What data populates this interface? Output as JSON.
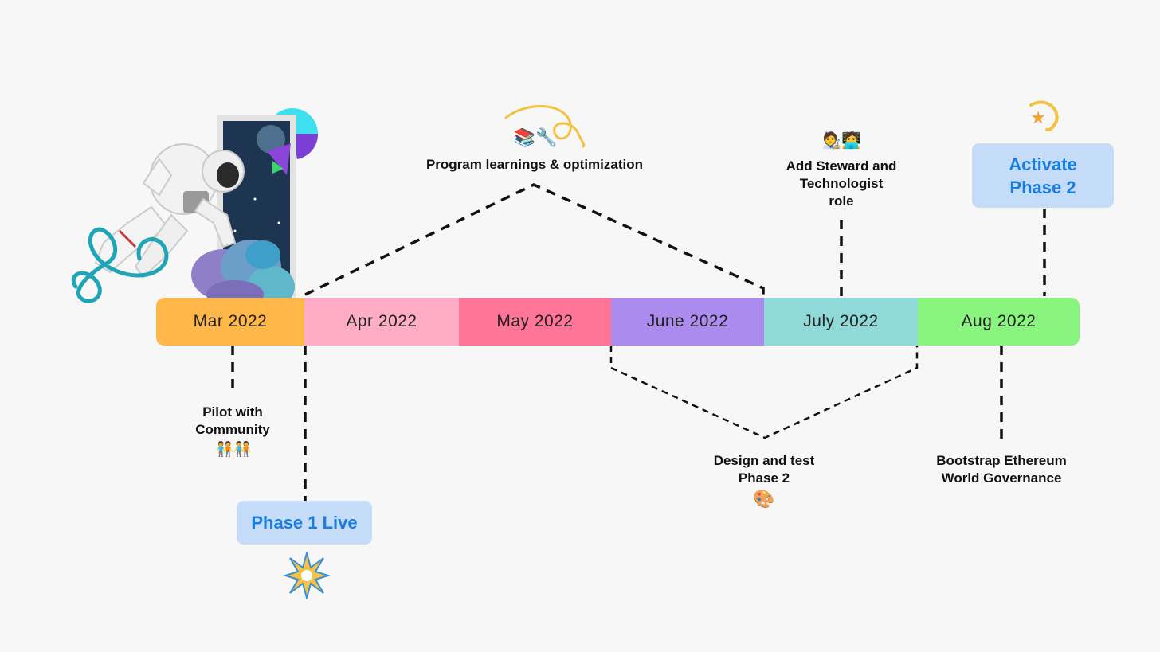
{
  "timeline": {
    "months": [
      {
        "label": "Mar 2022",
        "color": "#ffb74a"
      },
      {
        "label": "Apr 2022",
        "color": "#ffadc6"
      },
      {
        "label": "May 2022",
        "color": "#ff7597"
      },
      {
        "label": "June 2022",
        "color": "#ab8bee"
      },
      {
        "label": "July 2022",
        "color": "#8fd9d8"
      },
      {
        "label": "Aug 2022",
        "color": "#89f57f"
      }
    ]
  },
  "milestones": {
    "pilot": {
      "text_line1": "Pilot with",
      "text_line2": "Community",
      "icon": "people-icon"
    },
    "phase1": {
      "text": "Phase 1 Live",
      "icon": "sparkle-icon"
    },
    "program": {
      "text": "Program learnings & optimization",
      "icon": "books-wrench-icon"
    },
    "design": {
      "text_line1": "Design and test",
      "text_line2": "Phase 2",
      "icon": "palette-icon"
    },
    "steward": {
      "text_line1": "Add Steward and",
      "text_line2": "Technologist",
      "text_line3": "role",
      "icon": "technologist-icon"
    },
    "bootstrap": {
      "text_line1": "Bootstrap Ethereum",
      "text_line2": "World Governance"
    },
    "activate": {
      "text_line1": "Activate",
      "text_line2": "Phase 2",
      "icon": "star-icon"
    }
  },
  "colors": {
    "phase_box_bg": "#c4dcf8",
    "phase_box_text": "#1a7de2",
    "background": "#f7f7f7"
  }
}
